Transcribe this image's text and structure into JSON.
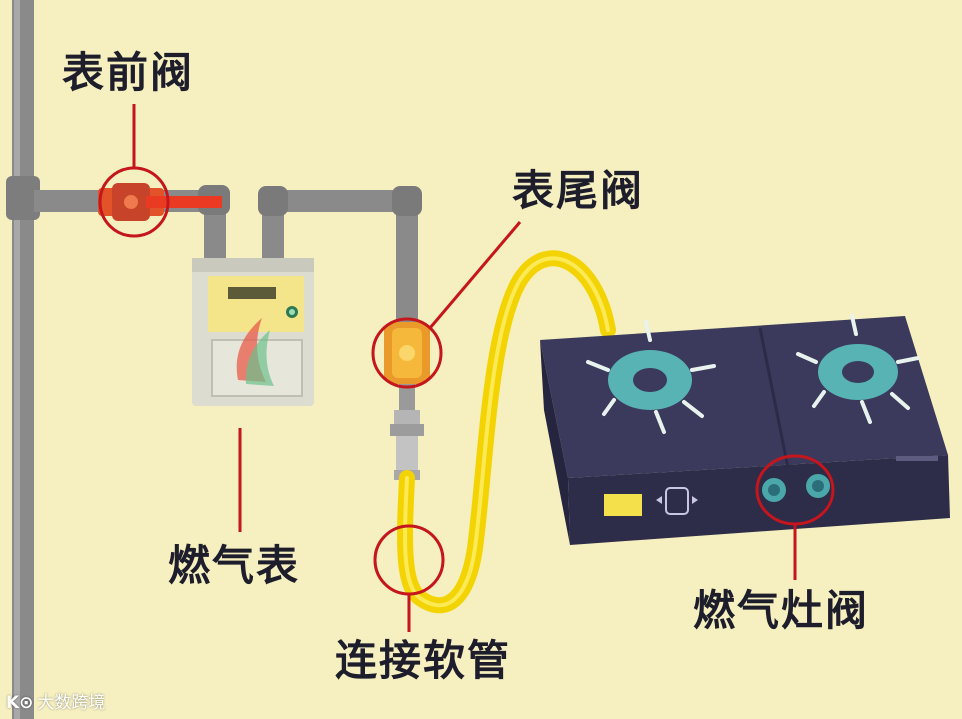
{
  "labels": {
    "front_valve": "表前阀",
    "tail_valve": "表尾阀",
    "gas_meter": "燃气表",
    "hose": "连接软管",
    "stove_valve": "燃气灶阀"
  },
  "watermark": {
    "logo": "K⊙",
    "text": "大数跨境"
  },
  "colors": {
    "background": "#f6efbf",
    "pipe": "#8a8a8a",
    "callout": "#c4161c",
    "hose": "#f4d400",
    "stove": "#3b3a5c",
    "burner": "#57b3b4",
    "meter_face": "#f4e48a"
  }
}
